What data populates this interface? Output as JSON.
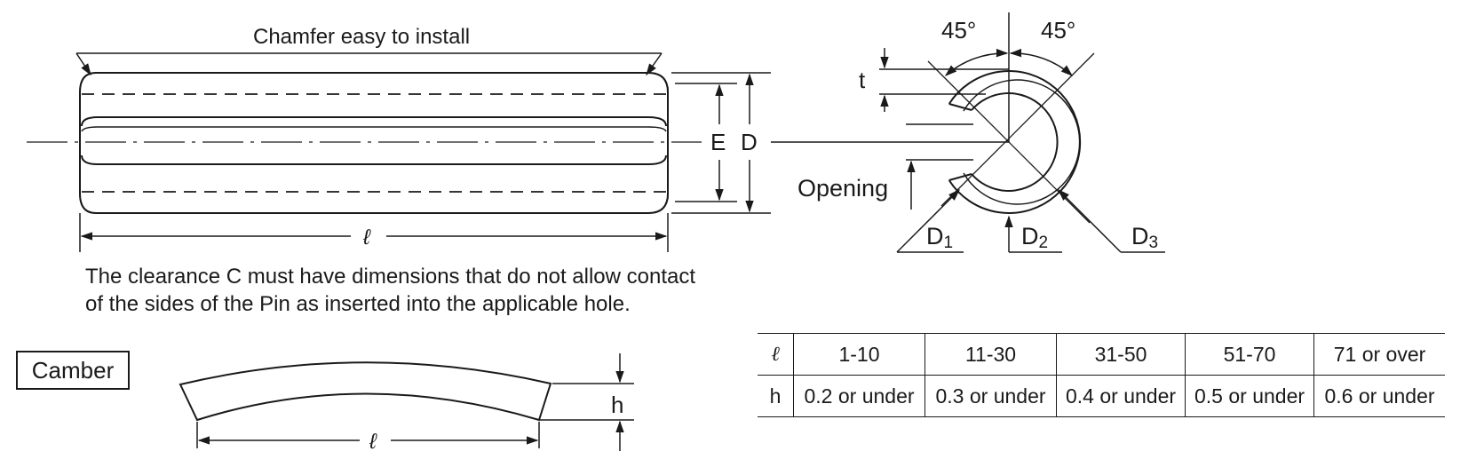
{
  "top_view": {
    "chamfer_label": "Chamfer easy to install",
    "length_symbol": "ℓ",
    "inner_dim_label": "E",
    "outer_dim_label": "D"
  },
  "end_view": {
    "angle_left": "45°",
    "angle_right": "45°",
    "thickness_label": "t",
    "opening_label": "Opening",
    "d1_label": "D",
    "d1_sub": "1",
    "d2_label": "D",
    "d2_sub": "2",
    "d3_label": "D",
    "d3_sub": "3"
  },
  "note": {
    "line1": "The clearance C must have dimensions that do not allow contact",
    "line2": "of the sides of the Pin as inserted into the applicable hole."
  },
  "camber": {
    "title": "Camber",
    "height_label": "h",
    "length_symbol": "ℓ"
  },
  "tolerance_table": {
    "header": [
      "ℓ",
      "1-10",
      "11-30",
      "31-50",
      "51-70",
      "71 or over"
    ],
    "row": [
      "h",
      "0.2 or under",
      "0.3 or under",
      "0.4 or under",
      "0.5 or under",
      "0.6 or under"
    ]
  }
}
